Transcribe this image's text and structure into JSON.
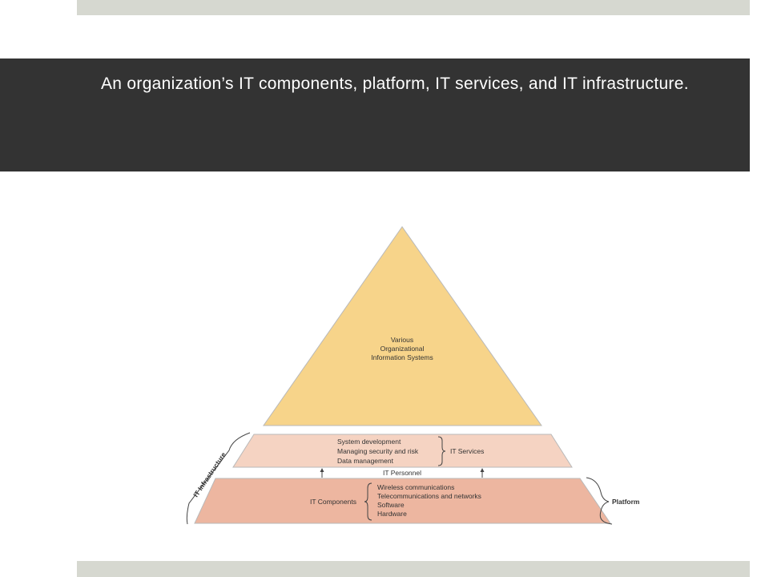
{
  "slide": {
    "title": "An organization’s IT components, platform, IT services, and IT infrastructure."
  },
  "diagram": {
    "apex": {
      "line1": "Various",
      "line2": "Organizational",
      "line3": "Information Systems"
    },
    "services_band": {
      "items": [
        "System development",
        "Managing security and risk",
        "Data management"
      ],
      "label": "IT Services"
    },
    "personnel_label": "IT Personnel",
    "components_band": {
      "label": "IT Components",
      "items": [
        "Wireless communications",
        "Telecommunications and networks",
        "Software",
        "Hardware"
      ]
    },
    "platform_label": "Platform",
    "infrastructure_label": "IT Infrastructure",
    "colors": {
      "apex_fill": "#f7d48a",
      "services_fill": "#f5d3c2",
      "components_fill": "#edb6a0",
      "title_band": "#333333",
      "accent_bars": "#d6d8d0"
    }
  }
}
